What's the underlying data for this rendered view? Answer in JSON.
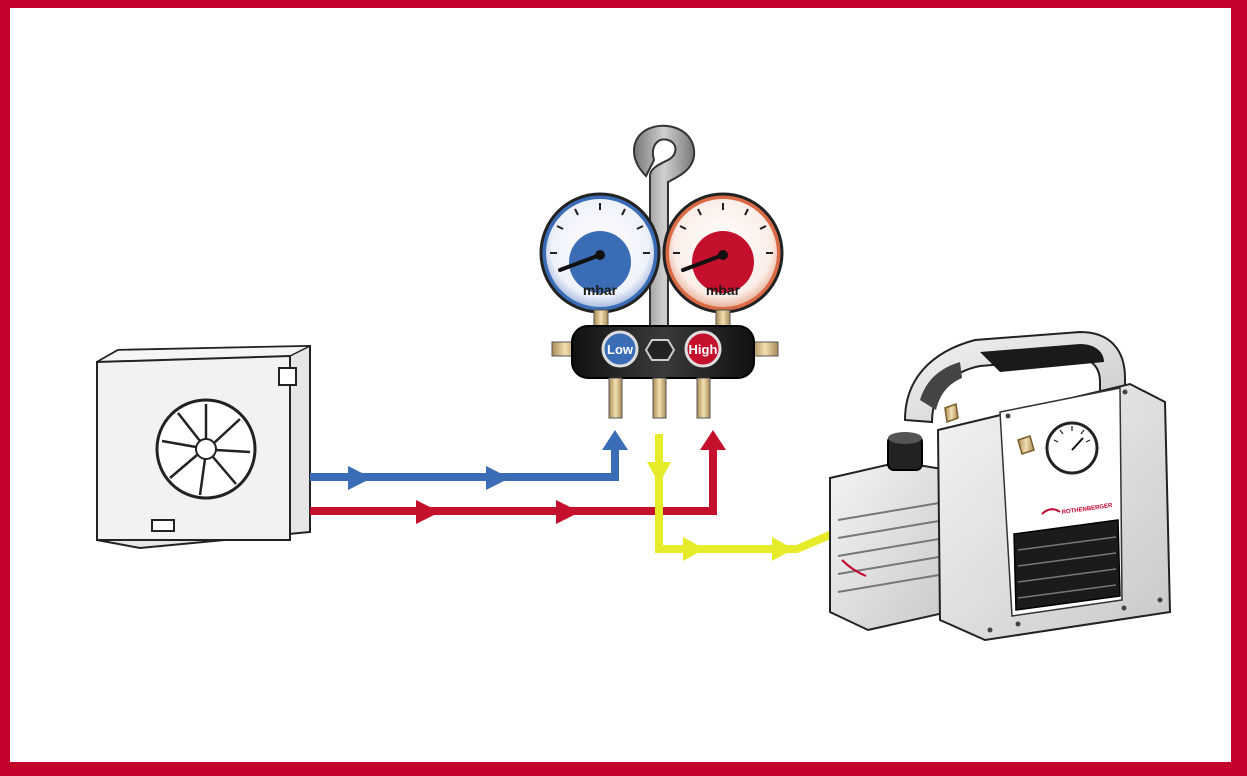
{
  "colors": {
    "frame": "#c4002c",
    "low_line": "#3a6db5",
    "high_line": "#c4102c",
    "vacuum_line": "#e6ec2a",
    "low_gauge": "#3a6db5",
    "high_gauge": "#c4102c"
  },
  "manifold": {
    "low_gauge_unit": "mbar",
    "high_gauge_unit": "mbar",
    "low_port_label": "Low",
    "high_port_label": "High"
  },
  "vacuum_pump": {
    "brand": "ROTHENBERGER"
  },
  "icons": [
    "condenser-fan-icon",
    "manifold-gauge-icon",
    "vacuum-pump-icon"
  ]
}
